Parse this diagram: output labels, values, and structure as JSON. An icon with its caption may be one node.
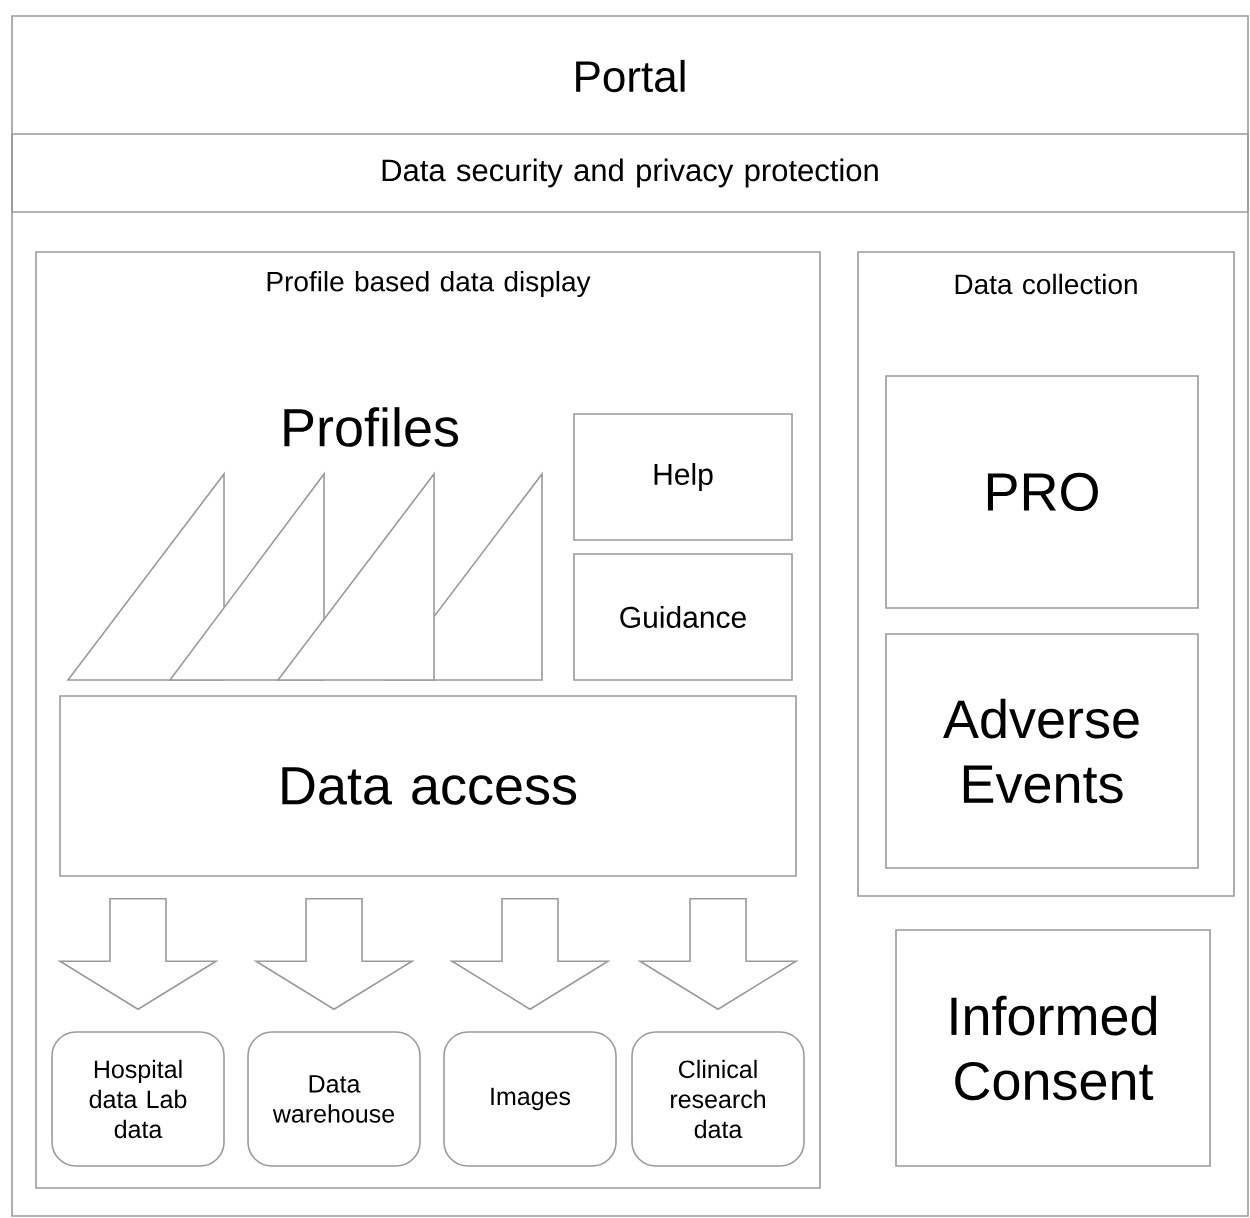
{
  "diagram": {
    "nodes": [
      {
        "text": [
          "Portal"
        ]
      },
      {
        "text": [
          "Data security and privacy protection"
        ],
        "in": 0
      },
      {
        "text": [
          "Profile based data display"
        ],
        "in": 0
      },
      {
        "text": [
          "Profiles"
        ],
        "in": 2
      },
      {
        "text": [
          "Help"
        ],
        "in": 2
      },
      {
        "text": [
          "Guidance"
        ],
        "in": 2
      },
      {
        "text": [
          "Data access"
        ],
        "in": 2
      },
      {
        "text": [
          "Hospital data Lab data"
        ],
        "in": 2
      },
      {
        "text": [
          "Data warehouse"
        ],
        "in": 2
      },
      {
        "text": [
          "Images"
        ],
        "in": 2
      },
      {
        "text": [
          "Clinical research data"
        ],
        "in": 2
      },
      {
        "text": [
          "Data collection"
        ],
        "in": 0
      },
      {
        "text": [
          "PRO"
        ],
        "in": 11
      },
      {
        "text": [
          "Adverse Events"
        ],
        "in": 11
      },
      {
        "text": [
          "Informed Consent"
        ],
        "in": 0
      }
    ],
    "edges": [
      {
        "from": 6,
        "to": 7,
        "arrow": "to"
      },
      {
        "from": 6,
        "to": 8,
        "arrow": "to"
      },
      {
        "from": 6,
        "to": 9,
        "arrow": "to"
      },
      {
        "from": 6,
        "to": 10,
        "arrow": "to"
      }
    ]
  }
}
